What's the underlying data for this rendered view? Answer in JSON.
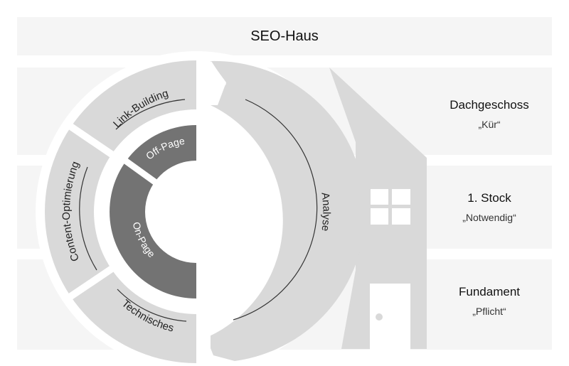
{
  "title": "SEO-Haus",
  "floors": [
    {
      "name": "Dachgeschoss",
      "tagline": "„Kür“"
    },
    {
      "name": "1. Stock",
      "tagline": "„Notwendig“"
    },
    {
      "name": "Fundament",
      "tagline": "„Pflicht“"
    }
  ],
  "wheel": {
    "outer_segments": [
      {
        "label": "Link-Building"
      },
      {
        "label": "Content-Optimierung"
      },
      {
        "label": "Technisches"
      }
    ],
    "inner_segments": [
      {
        "label": "Off-Page"
      },
      {
        "label": "On-Page"
      }
    ],
    "analysis_arrow": {
      "label": "Analyse"
    }
  },
  "colors": {
    "band": "#f5f5f5",
    "light_segment": "#d9d9d9",
    "dark_segment": "#737373",
    "white": "#ffffff",
    "text": "#111111"
  }
}
